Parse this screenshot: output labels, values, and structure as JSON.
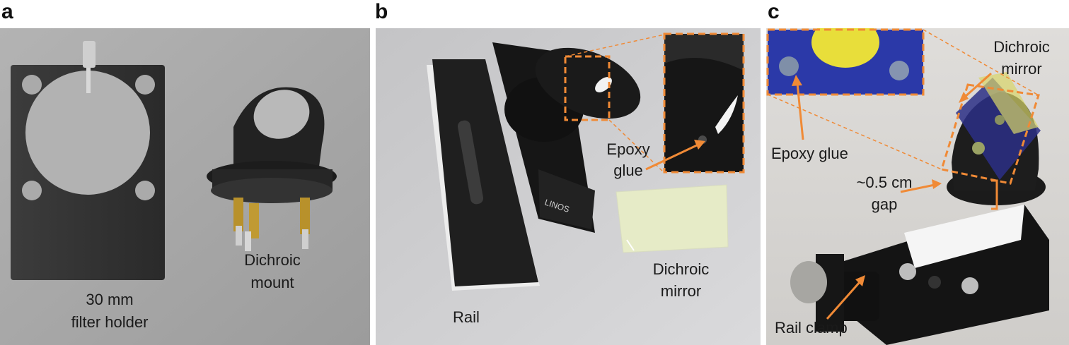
{
  "panels": [
    {
      "letter": "a",
      "labels": {
        "filter_holder_1": "30 mm",
        "filter_holder_2": "filter holder",
        "mount_1": "Dichroic",
        "mount_2": "mount"
      }
    },
    {
      "letter": "b",
      "labels": {
        "rail": "Rail",
        "epoxy_1": "Epoxy",
        "epoxy_2": "glue",
        "mirror_1": "Dichroic",
        "mirror_2": "mirror",
        "brand": "LINOS"
      }
    },
    {
      "letter": "c",
      "labels": {
        "mirror_1": "Dichroic",
        "mirror_2": "mirror",
        "epoxy": "Epoxy glue",
        "gap_1": "~0.5 cm",
        "gap_2": "gap",
        "rail_clamp": "Rail clamp"
      }
    }
  ],
  "colors": {
    "accent": "#f08a36",
    "background_a": "#a7a7a7",
    "background_b": "#c9c9cb",
    "background_c": "#d6d4d2",
    "metal_dark": "#2b2b2b",
    "mirror_glass": "#e6ebc7"
  }
}
